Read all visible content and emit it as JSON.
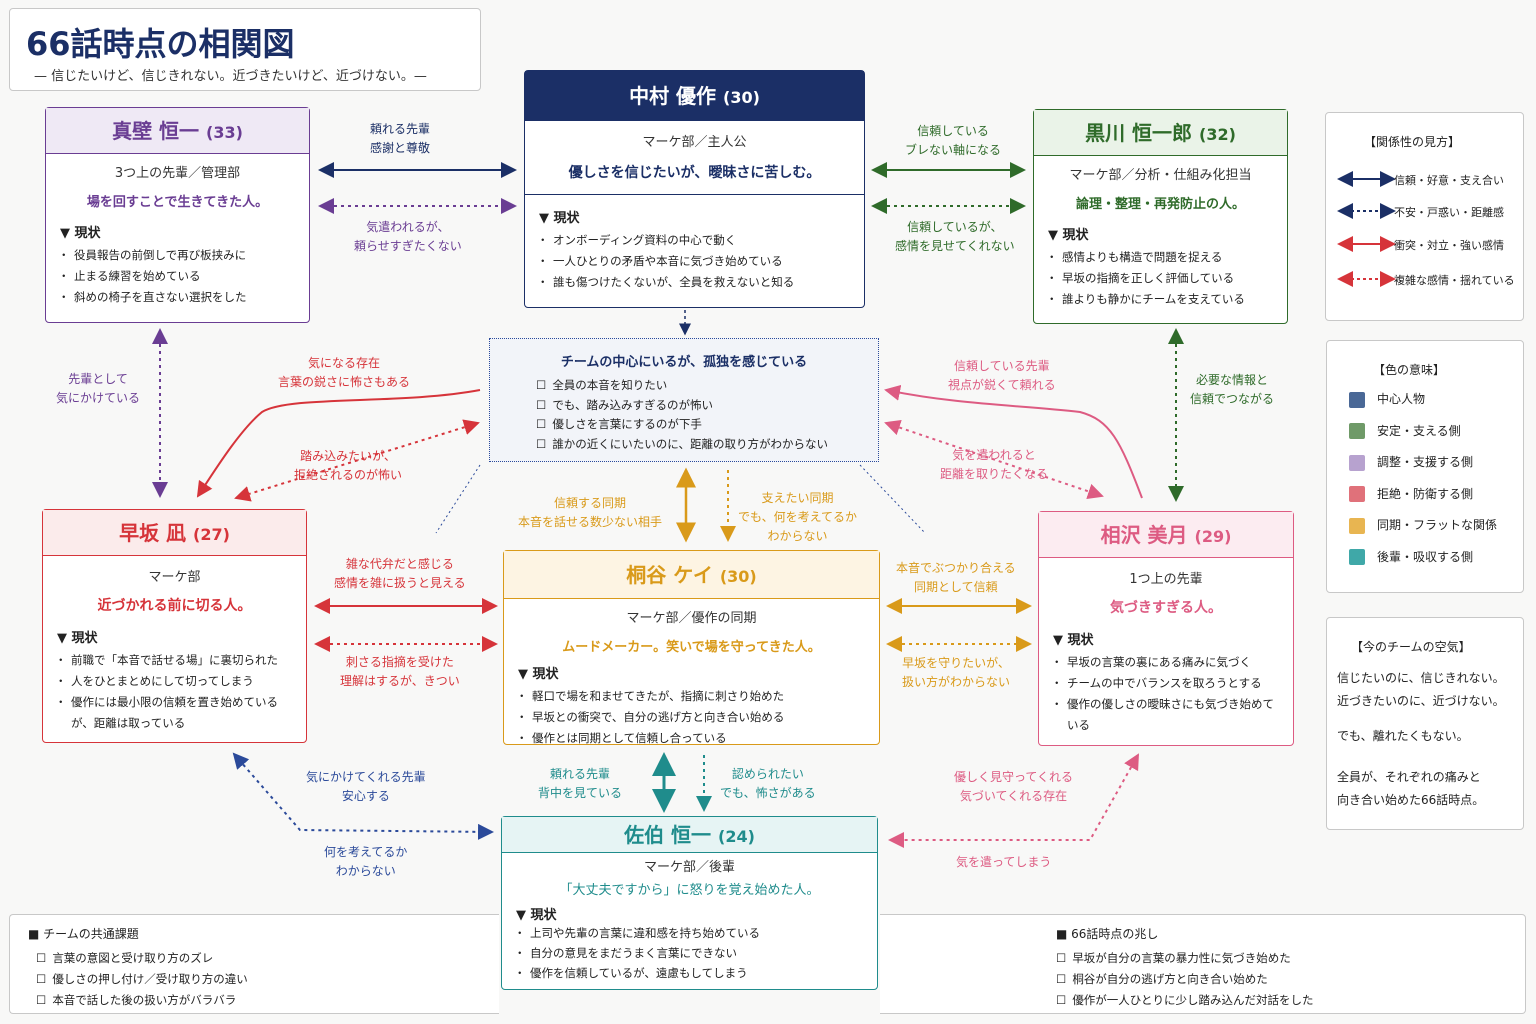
{
  "title": "66話時点の相関図",
  "subtitle": "— 信じたいけど、信じきれない。近づきたいけど、近づけない。—",
  "characters": {
    "nakamura": {
      "name": "中村 優作",
      "age": "(30)",
      "role": "マーケ部／主人公",
      "tagline": "優しさを信じたいが、曖昧さに苦しむ。",
      "status": "▼ 現状",
      "items": [
        "オンボーディング資料の中心で動く",
        "一人ひとりの矛盾や本音に気づき始めている",
        "誰も傷つけたくないが、全員を救えないと知る"
      ]
    },
    "makabe": {
      "name": "真壁 恒一",
      "age": "(33)",
      "role": "3つ上の先輩／管理部",
      "tagline": "場を回すことで生きてきた人。",
      "status": "▼ 現状",
      "items": [
        "役員報告の前倒しで再び板挟みに",
        "止まる練習を始めている",
        "斜めの椅子を直さない選択をした"
      ]
    },
    "kurokawa": {
      "name": "黒川 恒一郎",
      "age": "(32)",
      "role": "マーケ部／分析・仕組み化担当",
      "tagline": "論理・整理・再発防止の人。",
      "status": "▼ 現状",
      "items": [
        "感情よりも構造で問題を捉える",
        "早坂の指摘を正しく評価している",
        "誰よりも静かにチームを支えている"
      ]
    },
    "hayasaka": {
      "name": "早坂 凪",
      "age": "(27)",
      "role": "マーケ部",
      "tagline": "近づかれる前に切る人。",
      "status": "▼ 現状",
      "items": [
        "前職で「本音で話せる場」に裏切られた",
        "人をひとまとめにして切ってしまう",
        "優作には最小限の信頼を置き始めているが、距離は取っている"
      ]
    },
    "kiriya": {
      "name": "桐谷 ケイ",
      "age": "(30)",
      "role": "マーケ部／優作の同期",
      "tagline": "ムードメーカー。笑いで場を守ってきた人。",
      "status": "▼ 現状",
      "items": [
        "軽口で場を和ませてきたが、指摘に刺さり始めた",
        "早坂との衝突で、自分の逃げ方と向き合い始める",
        "優作とは同期として信頼し合っている"
      ]
    },
    "aizawa": {
      "name": "相沢 美月",
      "age": "(29)",
      "role": "1つ上の先輩",
      "tagline": "気づきすぎる人。",
      "status": "▼ 現状",
      "items": [
        "早坂の言葉の裏にある痛みに気づく",
        "チームの中でバランスを取ろうとする",
        "優作の優しさの曖昧さにも気づき始めている"
      ]
    },
    "saeki": {
      "name": "佐伯 恒一",
      "age": "(24)",
      "role": "マーケ部／後輩",
      "tagline": "「大丈夫ですから」に怒りを覚え始めた人。",
      "status": "▼ 現状",
      "items": [
        "上司や先輩の言葉に違和感を持ち始めている",
        "自分の意見をまだうまく言葉にできない",
        "優作を信頼しているが、遠慮もしてしまう"
      ]
    }
  },
  "center": {
    "title": "チームの中心にいるが、孤独を感じている",
    "items": [
      "全員の本音を知りたい",
      "でも、踏み込みすぎるのが怖い",
      "優しさを言葉にするのが下手",
      "誰かの近くにいたいのに、距離の取り方がわからない"
    ]
  },
  "labels": {
    "l1": "頼れる先輩\n感謝と尊敬",
    "l2": "気遣われるが、\n頼らせすぎたくない",
    "l3": "信頼している\nブレない軸になる",
    "l4": "信頼しているが、\n感情を見せてくれない",
    "l5": "先輩として\n気にかけている",
    "l6": "必要な情報と\n信頼でつながる",
    "l7": "気になる存在\n言葉の鋭さに怖さもある",
    "l8": "踏み込みたいが、\n拒絶されるのが怖い",
    "l9": "信頼している先輩\n視点が鋭くて頼れる",
    "l10": "気を遣われると\n距離を取りたくなる",
    "l11": "信頼する同期\n本音を話せる数少ない相手",
    "l12": "支えたい同期\nでも、何を考えてるか\nわからない",
    "l13": "雑な代弁だと感じる\n感情を雑に扱うと見える",
    "l14": "刺さる指摘を受けた\n理解はするが、きつい",
    "l15": "本音でぶつかり合える\n同期として信頼",
    "l16": "早坂を守りたいが、\n扱い方がわからない",
    "l17": "頼れる先輩\n背中を見ている",
    "l18": "認められたい\nでも、怖さがある",
    "l19": "気にかけてくれる先輩\n安心する",
    "l20": "何を考えてるか\nわからない",
    "l21": "優しく見守ってくれる\n気づいてくれる存在",
    "l22": "気を遣ってしまう"
  },
  "legend_relation": {
    "title": "【関係性の見方】",
    "items": [
      "信頼・好意・支え合い",
      "不安・戸惑い・距離感",
      "衝突・対立・強い感情",
      "複雑な感情・揺れている"
    ]
  },
  "legend_color": {
    "title": "【色の意味】",
    "items": [
      {
        "label": "中心人物",
        "color": "#4a6896"
      },
      {
        "label": "安定・支える側",
        "color": "#6f9a68"
      },
      {
        "label": "調整・支援する側",
        "color": "#b7a2cf"
      },
      {
        "label": "拒絶・防衛する側",
        "color": "#e0717a"
      },
      {
        "label": "同期・フラットな関係",
        "color": "#e8b551"
      },
      {
        "label": "後輩・吸収する側",
        "color": "#3fa8a8"
      }
    ]
  },
  "air": {
    "title": "【今のチームの空気】",
    "lines": [
      "信じたいのに、信じきれない。",
      "近づきたいのに、近づけない。",
      "でも、離れたくもない。",
      "全員が、それぞれの痛みと",
      "向き合い始めた66話時点。"
    ]
  },
  "issues": {
    "title": "■ チームの共通課題",
    "items": [
      "言葉の意図と受け取り方のズレ",
      "優しさの押し付け／受け取り方の違い",
      "本音で話した後の扱い方がバラバラ"
    ]
  },
  "signs": {
    "title": "■ 66話時点の兆し",
    "items": [
      "早坂が自分の言葉の暴力性に気づき始めた",
      "桐谷が自分の逃げ方と向き合い始めた",
      "優作が一人ひとりに少し踏み込んだ対話をした"
    ]
  },
  "colors": {
    "navy": "#1b2f66",
    "purple": "#6a3d93",
    "green": "#2f6b2a",
    "red": "#d6343a",
    "pink": "#dd5b82",
    "orange": "#d99a1a",
    "teal": "#1f8c8c"
  }
}
